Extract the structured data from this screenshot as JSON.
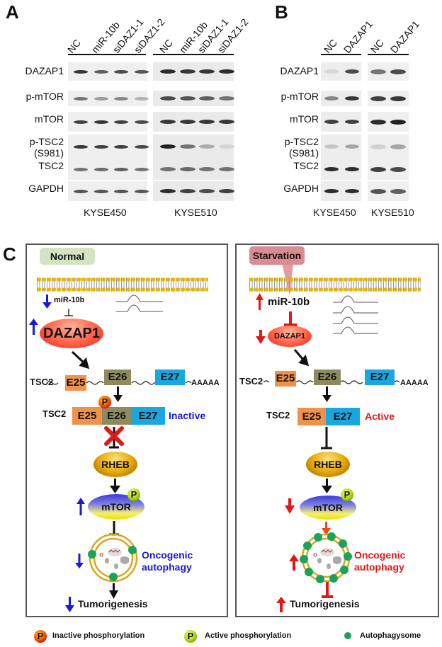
{
  "panel_a": {
    "letter": "A",
    "lanes": [
      "NC",
      "miR-10b",
      "siDAZ1-1",
      "siDAZ1-2",
      "NC",
      "miR-10b",
      "siDAZ1-1",
      "siDAZ1-2"
    ],
    "rows": [
      "DAZAP1",
      "p-mTOR",
      "mTOR",
      "p-TSC2",
      "(S981)",
      "TSC2",
      "GAPDH"
    ],
    "cell_lines": [
      "KYSE450",
      "KYSE510"
    ]
  },
  "panel_b": {
    "letter": "B",
    "lanes": [
      "NC",
      "DAZAP1",
      "NC",
      "DAZAP1"
    ],
    "rows": [
      "DAZAP1",
      "p-mTOR",
      "mTOR",
      "p-TSC2",
      "(S981)",
      "TSC2",
      "GAPDH"
    ],
    "cell_lines": [
      "KYSE450",
      "KYSE510"
    ]
  },
  "panel_c": {
    "letter": "C",
    "normal": {
      "condition": "Normal",
      "mirna": "miR-10b",
      "dazap1": "DAZAP1",
      "tsc2_label": "TSC2",
      "exons": [
        "E25",
        "E26",
        "E27"
      ],
      "polya": "AAAAA",
      "spliced_tsc2": "TSC2",
      "spliced_exons": [
        "E25",
        "E26",
        "E27"
      ],
      "state": "Inactive",
      "rheb": "RHEB",
      "mtor": "mTOR",
      "p": "P",
      "autophagy_1": "Oncogenic",
      "autophagy_2": "autophagy",
      "outcome": "Tumorigenesis"
    },
    "starvation": {
      "condition": "Starvation",
      "mirna": "miR-10b",
      "dazap1": "DAZAP1",
      "tsc2_label": "TSC2",
      "exons": [
        "E25",
        "E26",
        "E27"
      ],
      "polya": "AAAAA",
      "spliced_tsc2": "TSC2",
      "spliced_exons": [
        "E25",
        "E27"
      ],
      "state": "Active",
      "rheb": "RHEB",
      "mtor": "mTOR",
      "p": "P",
      "autophagy_1": "Oncogenic",
      "autophagy_2": "autophagy",
      "outcome": "Tumorigenesis"
    },
    "colors": {
      "normal_accent": "#1a1ad0",
      "starvation_accent": "#e01818"
    }
  },
  "legend": {
    "p": "P",
    "inactive": "Inactive phosphorylation",
    "active": "Active phosphorylation",
    "autophagosome": "Autophagysome"
  }
}
